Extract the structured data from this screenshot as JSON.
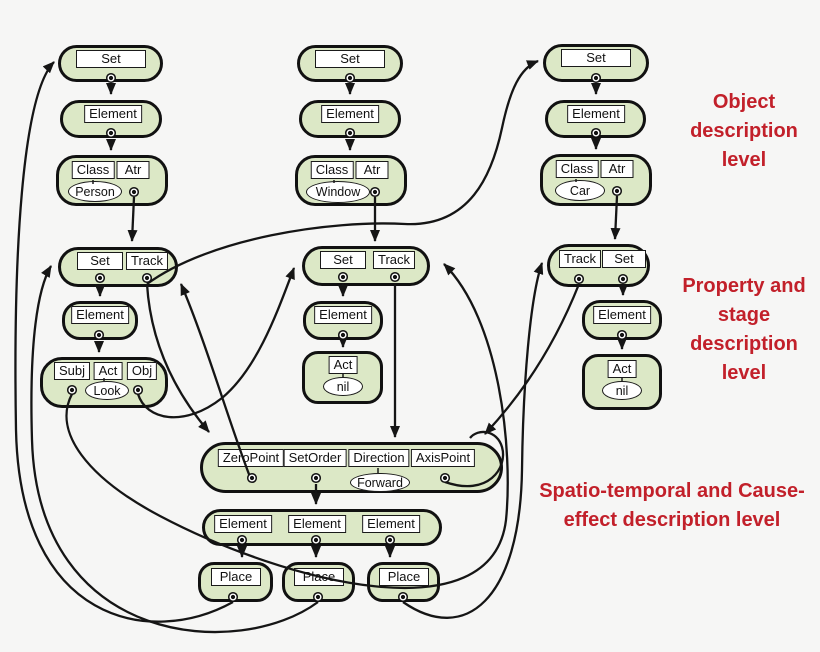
{
  "colors": {
    "background": "#f6f6f5",
    "node_fill": "#dce8c6",
    "node_border": "#111111",
    "label_bg": "#ffffff",
    "edge": "#151515",
    "annotation_red": "#c2202a"
  },
  "labels": {
    "set": "Set",
    "element": "Element",
    "class": "Class",
    "atr": "Atr",
    "person": "Person",
    "window": "Window",
    "car": "Car",
    "track": "Track",
    "subj": "Subj",
    "act": "Act",
    "obj": "Obj",
    "look": "Look",
    "nil": "nil",
    "zeropoint": "ZeroPoint",
    "setorder": "SetOrder",
    "direction": "Direction",
    "forward": "Forward",
    "axispoint": "AxisPoint",
    "place": "Place"
  },
  "annotations": {
    "object_level": [
      "Object",
      "description",
      "level"
    ],
    "property_level": [
      "Property and",
      "stage",
      "description",
      "level"
    ],
    "spatio_level": [
      "Spatio-temporal and Cause-",
      "effect description level"
    ]
  }
}
